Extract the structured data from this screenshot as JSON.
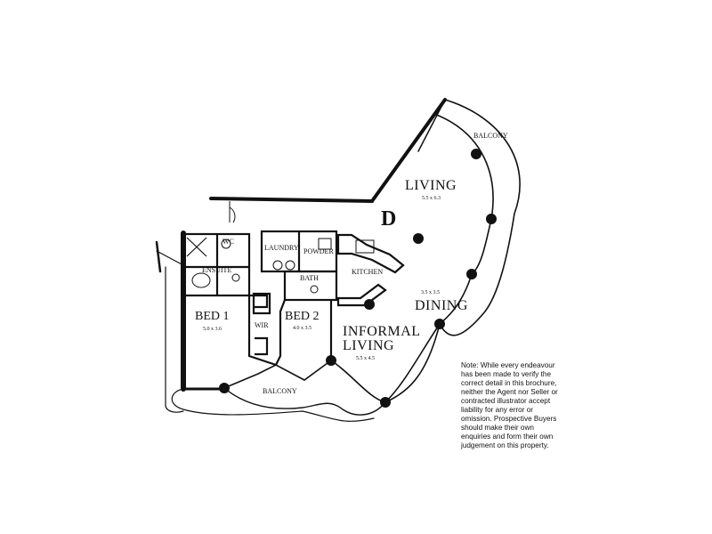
{
  "rooms": {
    "living": {
      "label": "LIVING",
      "dim": "5.5 x 6.3"
    },
    "dining": {
      "label": "DINING",
      "dim": "3.5 x 3.5"
    },
    "informal_living_1": {
      "label": "INFORMAL"
    },
    "informal_living_2": {
      "label": "LIVING",
      "dim": "5.5 x 4.5"
    },
    "bed1": {
      "label": "BED 1",
      "dim": "5.0 x 3.6"
    },
    "bed2": {
      "label": "BED 2",
      "dim": "4.0 x 3.5"
    },
    "ensuite": {
      "label": "ENSUITE"
    },
    "wc": {
      "label": "WC"
    },
    "laundry": {
      "label": "LAUNDRY"
    },
    "powder": {
      "label": "POWDER"
    },
    "bath": {
      "label": "BATH"
    },
    "kitchen": {
      "label": "KITCHEN"
    },
    "wir": {
      "label": "WIR"
    }
  },
  "balcony_top": "BALCONY",
  "balcony_bottom": "BALCONY",
  "unit_letter": "D",
  "note": "Note: While every endeavour has been made to verify the correct detail in this brochure, neither the Agent nor Seller or contracted illustrator accept liability for any error or omission. Prospective Buyers should make their own enquiries and form their own judgement on this property."
}
